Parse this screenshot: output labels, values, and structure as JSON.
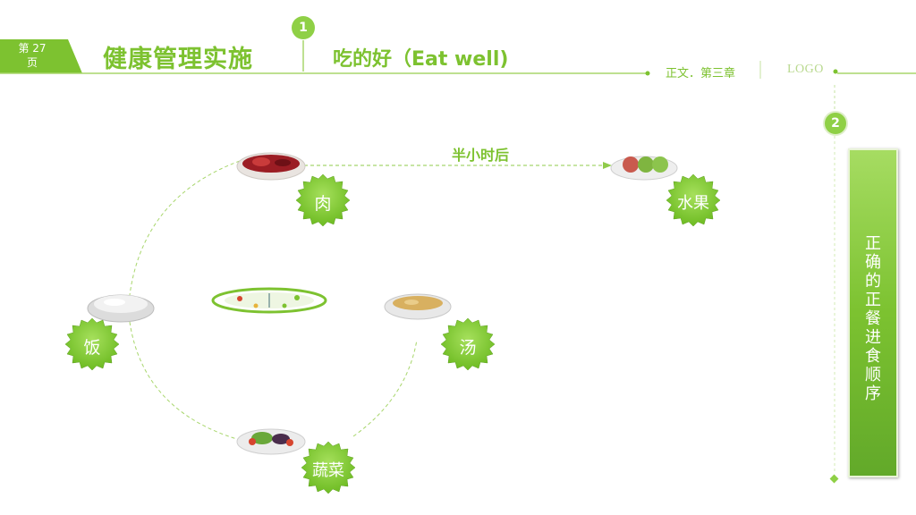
{
  "header": {
    "page_label": "第 27\n页",
    "title": "健康管理实施",
    "section_number": "1",
    "subtitle": "吃的好（Eat well)",
    "chapter": "正文．第三章",
    "logo": "LOGO"
  },
  "sidebar": {
    "section_number": "2",
    "text": "正确的正餐进食顺序"
  },
  "diagram": {
    "interval_label": "半小时后",
    "items": [
      "肉",
      "水果",
      "饭",
      "汤",
      "蔬菜"
    ]
  },
  "colors": {
    "accent": "#7dc230",
    "light_accent": "#a6dc62"
  }
}
